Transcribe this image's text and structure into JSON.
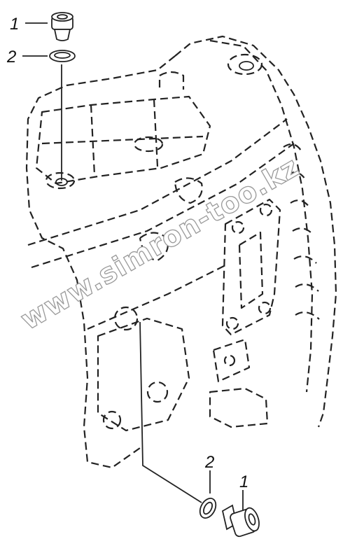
{
  "callouts": {
    "top_plug": "1",
    "top_washer": "2",
    "bottom_washer": "2",
    "bottom_plug": "1"
  },
  "watermark": "www.simron-too.kz",
  "colors": {
    "line": "#222222",
    "watermark_outline": "#9a9a9a",
    "background": "#ffffff"
  }
}
